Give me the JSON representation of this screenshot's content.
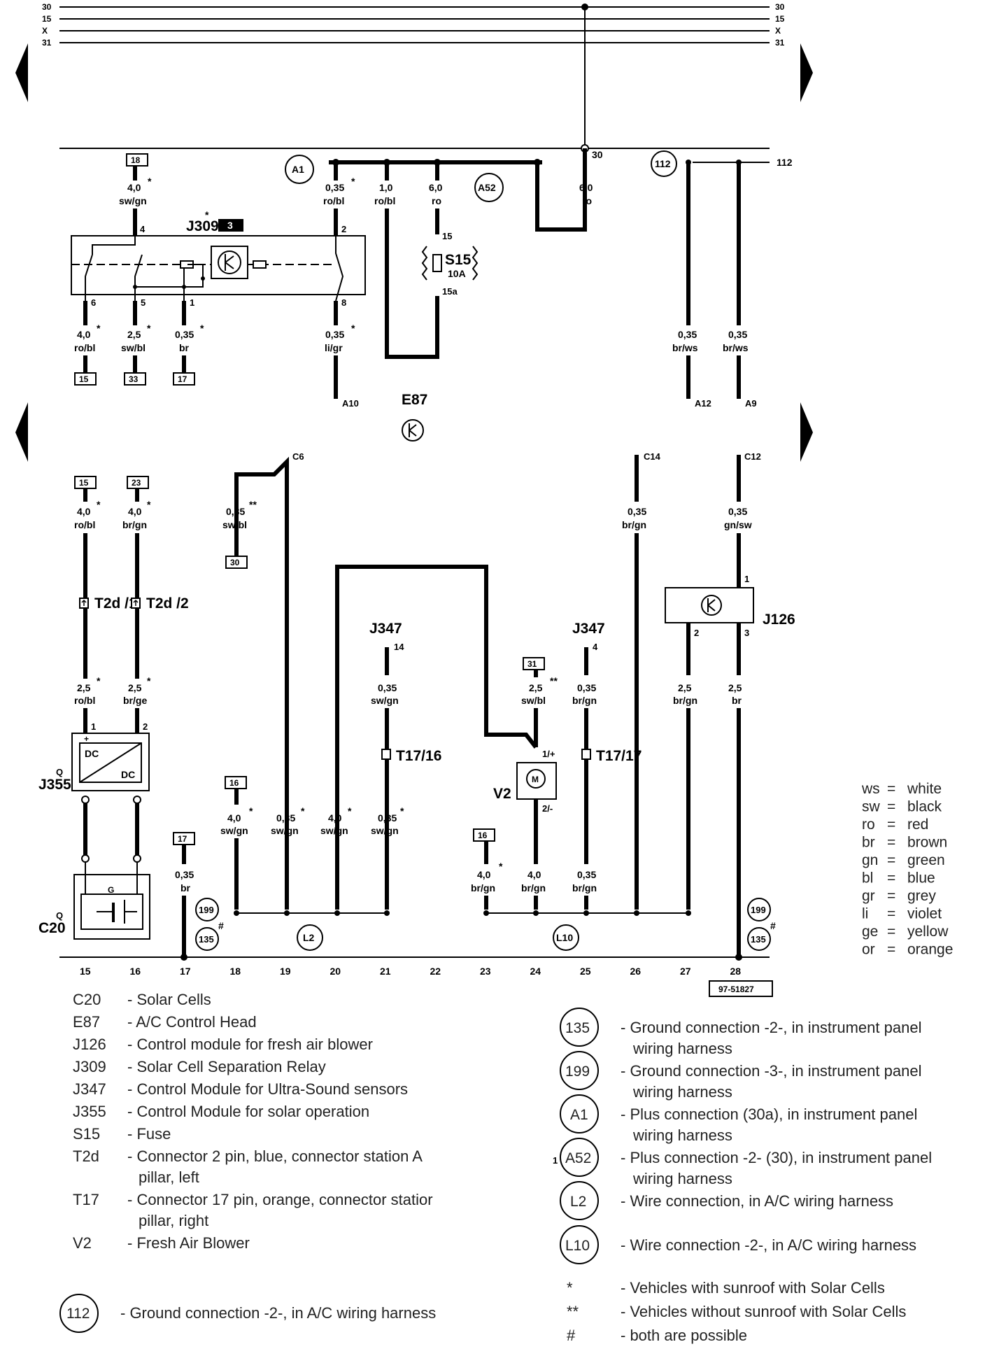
{
  "diagram_id": "97-51827",
  "rails": [
    "30",
    "15",
    "X",
    "31"
  ],
  "terminal30": "30",
  "terminal112": "112",
  "fuse": {
    "name": "S15",
    "value": "10A",
    "pin_in": "15",
    "pin_out": "15a"
  },
  "e87": "E87",
  "relay_j309": {
    "name": "J309",
    "marker": "3"
  },
  "j126": "J126",
  "j355": {
    "name": "J355",
    "q": "Q",
    "dc1": "DC",
    "dc2": "DC"
  },
  "c20": {
    "name": "C20",
    "q": "Q",
    "g": "G"
  },
  "v2": {
    "name": "V2",
    "m": "M",
    "p1": "1/+",
    "p2": "2/-"
  },
  "j347": "J347",
  "connectors": {
    "t2d1": "T2d /1",
    "t2d2": "T2d /2",
    "t1716": "T17/16",
    "t1717": "T17/17"
  },
  "boxes": [
    "18",
    "15",
    "33",
    "17",
    "15",
    "23",
    "30",
    "31",
    "16",
    "16",
    "17"
  ],
  "circles": [
    "A1",
    "A52",
    "112",
    "199",
    "135",
    "199",
    "135",
    "L2",
    "L10"
  ],
  "pins": [
    "4",
    "2",
    "6",
    "5",
    "1",
    "8",
    "1",
    "2",
    "1",
    "2",
    "3",
    "14",
    "4",
    "A10",
    "A12",
    "A9",
    "C6",
    "C14",
    "C12"
  ],
  "wires": {
    "w1": {
      "size": "4,0",
      "color": "sw/gn"
    },
    "w2": {
      "size": "0,35",
      "color": "ro/bl"
    },
    "w3": {
      "size": "1,0",
      "color": "ro/bl"
    },
    "w4": {
      "size": "6,0",
      "color": "ro"
    },
    "w5": {
      "size": "6,0",
      "color": "ro"
    },
    "w6": {
      "size": "4,0",
      "color": "ro/bl"
    },
    "w7": {
      "size": "2,5",
      "color": "sw/bl"
    },
    "w8": {
      "size": "0,35",
      "color": "br"
    },
    "w9": {
      "size": "0,35",
      "color": "li/gr"
    },
    "w10": {
      "size": "0,35",
      "color": "br/ws"
    },
    "w11": {
      "size": "0,35",
      "color": "br/ws"
    },
    "w12": {
      "size": "4,0",
      "color": "ro/bl"
    },
    "w13": {
      "size": "4,0",
      "color": "br/gn"
    },
    "w14": {
      "size": "0,35",
      "color": "sw/bl"
    },
    "w15": {
      "size": "0,35",
      "color": "br/gn"
    },
    "w16": {
      "size": "0,35",
      "color": "gn/sw"
    },
    "w17": {
      "size": "2,5",
      "color": "ro/bl"
    },
    "w18": {
      "size": "2,5",
      "color": "br/ge"
    },
    "w19": {
      "size": "0,35",
      "color": "sw/gn"
    },
    "w20": {
      "size": "2,5",
      "color": "sw/bl"
    },
    "w21": {
      "size": "0,35",
      "color": "br/gn"
    },
    "w22": {
      "size": "2,5",
      "color": "br/gn"
    },
    "w23": {
      "size": "2,5",
      "color": "br"
    },
    "w24": {
      "size": "4,0",
      "color": "sw/gn"
    },
    "w25": {
      "size": "0,35",
      "color": "sw/gn"
    },
    "w26": {
      "size": "4,0",
      "color": "sw/gn"
    },
    "w27": {
      "size": "0,35",
      "color": "sw/gn"
    },
    "w28": {
      "size": "0,35",
      "color": "br"
    },
    "w29": {
      "size": "4,0",
      "color": "br/gn"
    },
    "w30": {
      "size": "4,0",
      "color": "br/gn"
    },
    "w31": {
      "size": "0,35",
      "color": "br/gn"
    }
  },
  "marks": {
    "star": "*",
    "dstar": "**",
    "hash": "#"
  },
  "bottom_numbers": [
    "15",
    "16",
    "17",
    "18",
    "19",
    "20",
    "21",
    "22",
    "23",
    "24",
    "25",
    "26",
    "27",
    "28"
  ],
  "color_legend": [
    {
      "abbr": "ws",
      "eq": "=",
      "name": "white"
    },
    {
      "abbr": "sw",
      "eq": "=",
      "name": "black"
    },
    {
      "abbr": "ro",
      "eq": "=",
      "name": "red"
    },
    {
      "abbr": "br",
      "eq": "=",
      "name": "brown"
    },
    {
      "abbr": "gn",
      "eq": "=",
      "name": "green"
    },
    {
      "abbr": "bl",
      "eq": "=",
      "name": "blue"
    },
    {
      "abbr": "gr",
      "eq": "=",
      "name": "grey"
    },
    {
      "abbr": "li",
      "eq": "=",
      "name": "violet"
    },
    {
      "abbr": "ge",
      "eq": "=",
      "name": "yellow"
    },
    {
      "abbr": "or",
      "eq": "=",
      "name": "orange"
    }
  ],
  "components": [
    {
      "code": "C20",
      "desc": "- Solar Cells"
    },
    {
      "code": "E87",
      "desc": "- A/C Control Head"
    },
    {
      "code": "J126",
      "desc": "- Control module for fresh air blower"
    },
    {
      "code": "J309",
      "desc": "- Solar Cell Separation Relay"
    },
    {
      "code": "J347",
      "desc": "- Control Module for Ultra-Sound sensors"
    },
    {
      "code": "J355",
      "desc": "- Control Module for solar operation"
    },
    {
      "code": "S15",
      "desc": "- Fuse"
    },
    {
      "code": "T2d",
      "desc": "- Connector 2 pin, blue, connector station A",
      "desc2": "pillar, left"
    },
    {
      "code": "T17",
      "desc": "- Connector 17 pin, orange, connector statior",
      "desc2": "pillar, right"
    },
    {
      "code": "V2",
      "desc": "- Fresh Air Blower"
    }
  ],
  "ground112": {
    "code": "112",
    "desc": "- Ground connection -2-, in A/C wiring harness"
  },
  "connections": [
    {
      "code": "135",
      "desc": "- Ground connection -2-, in instrument panel",
      "desc2": "wiring harness"
    },
    {
      "code": "199",
      "desc": "- Ground connection -3-, in instrument panel",
      "desc2": "wiring harness"
    },
    {
      "code": "A1",
      "desc": "- Plus connection (30a), in instrument panel",
      "desc2": "wiring harness"
    },
    {
      "code": "A52",
      "desc": "- Plus connection -2- (30), in instrument panel",
      "desc2": "wiring harness"
    },
    {
      "code": "L2",
      "desc": "- Wire connection, in A/C wiring harness"
    },
    {
      "code": "L10",
      "desc": "- Wire connection -2-, in A/C wiring harness"
    }
  ],
  "a52_stray": "1",
  "footnotes": [
    {
      "sym": "*",
      "desc": "- Vehicles with sunroof with Solar Cells"
    },
    {
      "sym": "**",
      "desc": "- Vehicles without sunroof with Solar Cells"
    },
    {
      "sym": "#",
      "desc": "- both are possible"
    }
  ]
}
